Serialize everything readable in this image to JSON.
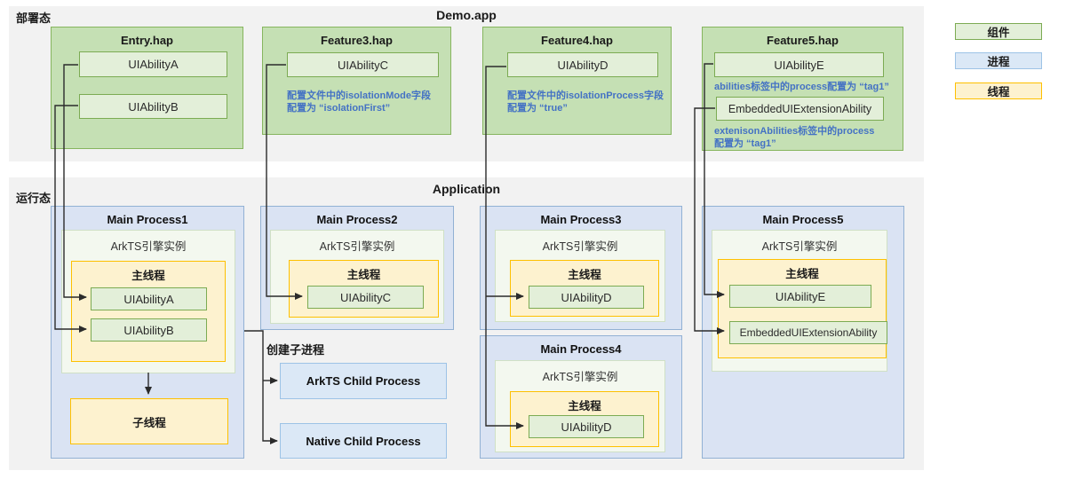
{
  "colors": {
    "component_fill": "#e2efda",
    "component_border": "#70ad47",
    "hap_fill": "#c5e0b4",
    "process_fill": "#dae3f3",
    "process_border": "#9dc3e6",
    "thread_fill": "#fff2cc",
    "thread_border": "#ffc000",
    "note_text": "#4472c4"
  },
  "legend": {
    "items": [
      {
        "label": "组件"
      },
      {
        "label": "进程"
      },
      {
        "label": "线程"
      }
    ]
  },
  "deployment": {
    "section_label": "部署态",
    "app_title": "Demo.app",
    "entry": {
      "title": "Entry.hap",
      "ability_a": "UIAbilityA",
      "ability_b": "UIAbilityB"
    },
    "feature3": {
      "title": "Feature3.hap",
      "ability": "UIAbilityC",
      "note_line1": "配置文件中的isolationMode字段",
      "note_line2": "配置为 “isolationFirst”"
    },
    "feature4": {
      "title": "Feature4.hap",
      "ability": "UIAbilityD",
      "note_line1": "配置文件中的isolationProcess字段",
      "note_line2": "配置为 “true”"
    },
    "feature5": {
      "title": "Feature5.hap",
      "ability": "UIAbilityE",
      "note1": "abilities标签中的process配置为 “tag1”",
      "extension": "EmbeddedUIExtensionAbility",
      "note2_line1": "extenisonAbilities标签中的process",
      "note2_line2": "配置为 “tag1”"
    }
  },
  "runtime": {
    "section_label": "运行态",
    "app_title": "Application",
    "engine_label": "ArkTS引擎实例",
    "main_thread_label": "主线程",
    "process1": {
      "title": "Main Process1",
      "ability_a": "UIAbilityA",
      "ability_b": "UIAbilityB",
      "child_thread_label": "子线程"
    },
    "process2": {
      "title": "Main Process2",
      "ability": "UIAbilityC"
    },
    "process3": {
      "title": "Main Process3",
      "ability": "UIAbilityD"
    },
    "process4": {
      "title": "Main Process4",
      "ability": "UIAbilityD"
    },
    "process5": {
      "title": "Main Process5",
      "ability": "UIAbilityE",
      "extension": "EmbeddedUIExtensionAbility"
    },
    "create_child_label": "创建子进程",
    "arkts_child_label": "ArkTS Child Process",
    "native_child_label": "Native Child Process"
  }
}
